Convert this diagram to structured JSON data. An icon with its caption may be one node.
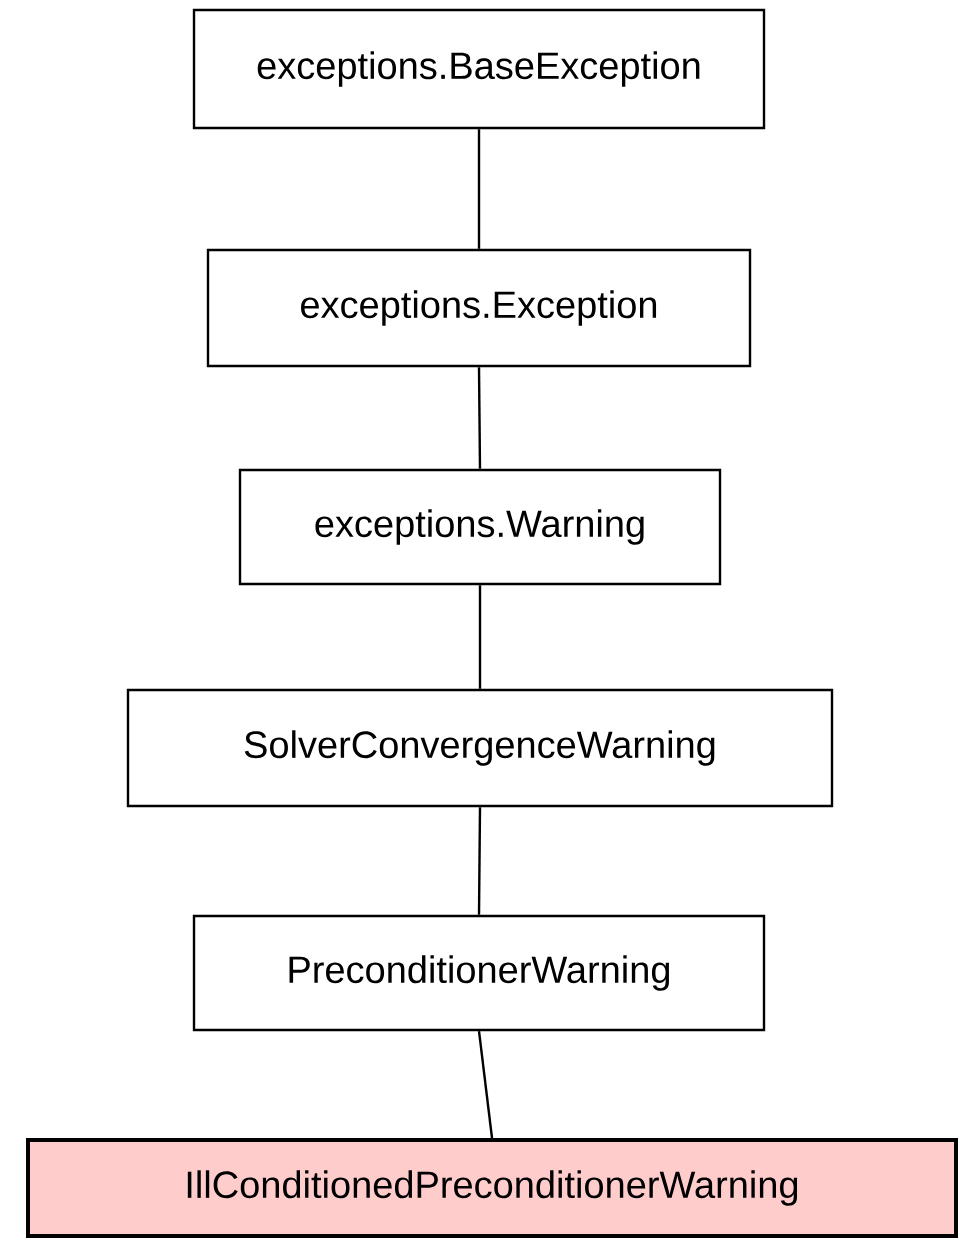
{
  "diagram": {
    "nodes": [
      {
        "text": [
          "exceptions.BaseException"
        ]
      },
      {
        "text": [
          "exceptions.Exception"
        ]
      },
      {
        "text": [
          "exceptions.Warning"
        ]
      },
      {
        "text": [
          "SolverConvergenceWarning"
        ]
      },
      {
        "text": [
          "PreconditionerWarning"
        ]
      },
      {
        "text": [
          "IllConditionedPreconditionerWarning"
        ]
      }
    ],
    "edges": [
      {
        "from": 0,
        "to": 1,
        "arrow": "none"
      },
      {
        "from": 1,
        "to": 2,
        "arrow": "none"
      },
      {
        "from": 2,
        "to": 3,
        "arrow": "none"
      },
      {
        "from": 3,
        "to": 4,
        "arrow": "none"
      },
      {
        "from": 4,
        "to": 5,
        "arrow": "none"
      }
    ]
  }
}
